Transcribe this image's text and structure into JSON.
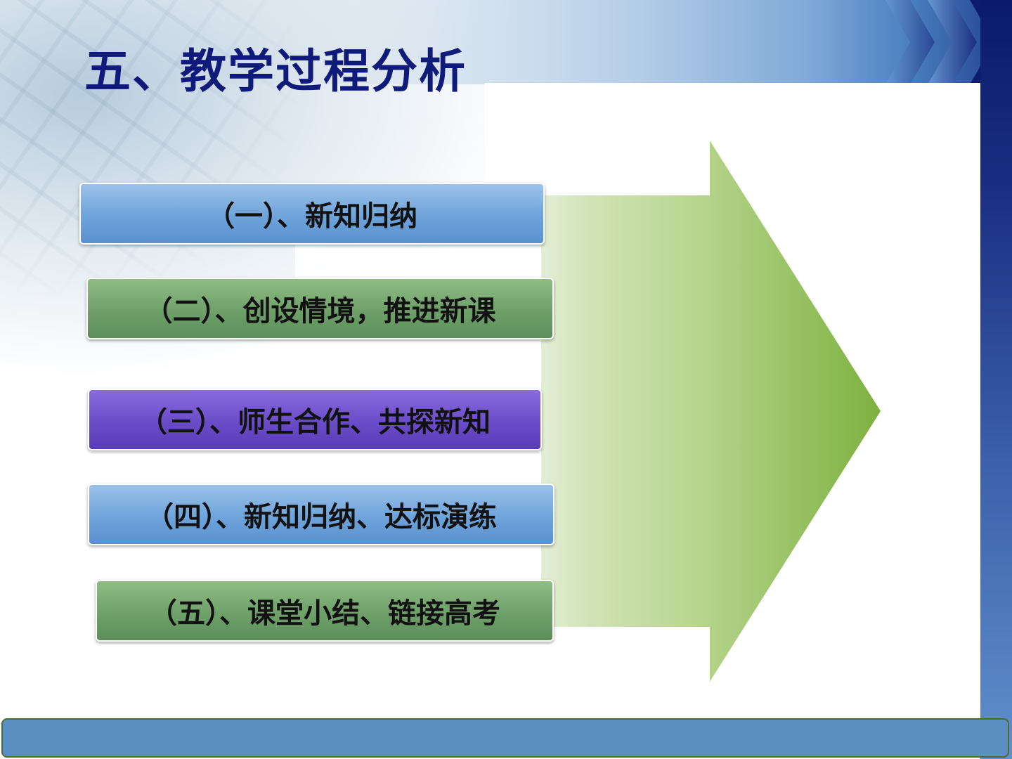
{
  "slide": {
    "title": "五、教学过程分析"
  },
  "steps": [
    {
      "label": "（一）、新知归纳",
      "color": "#6ea3da"
    },
    {
      "label": "（二）、创设情境，推进新课",
      "color": "#6fa06a"
    },
    {
      "label": "（三）、师生合作、共探新知",
      "color": "#6a4cc8"
    },
    {
      "label": "（四）、新知归纳、达标演练",
      "color": "#6ea3da"
    },
    {
      "label": "（五）、课堂小结、链接高考",
      "color": "#6fa06a"
    }
  ],
  "theme": {
    "title_color": "#101a7a",
    "arrow_color_start": "#ffffff",
    "arrow_color_end": "#7db13f",
    "side_bar_color": "#1a2f82",
    "bottom_bar_color": "#5b8fc2"
  }
}
